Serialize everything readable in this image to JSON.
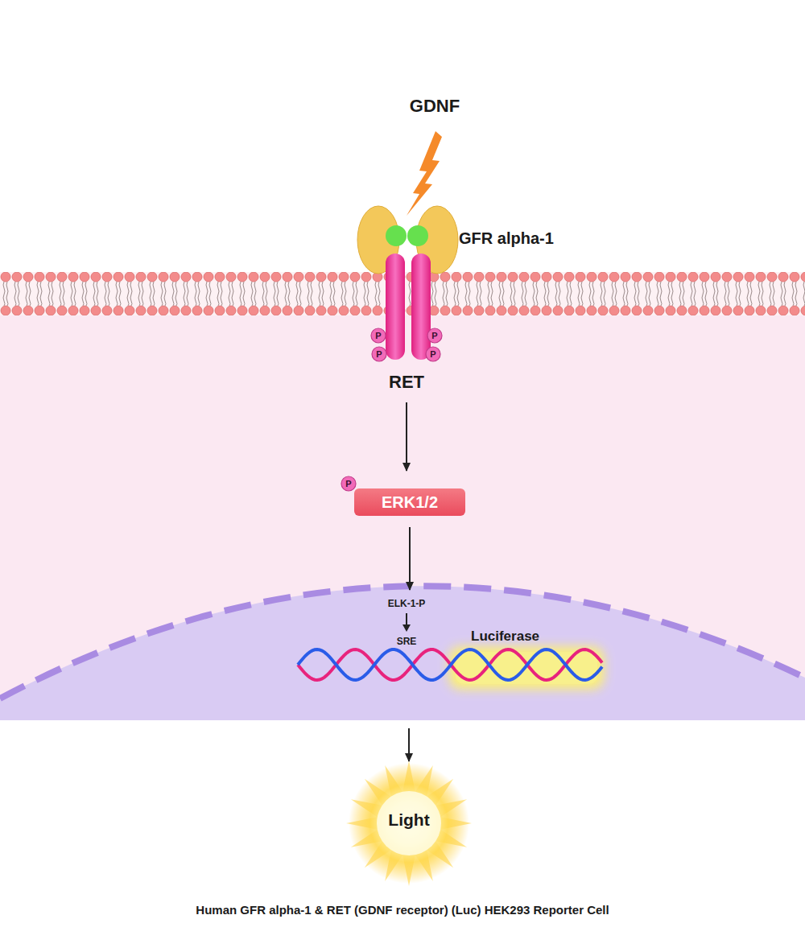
{
  "diagram": {
    "caption": "Human GFR alpha-1 & RET (GDNF receptor) (Luc) HEK293 Reporter Cell",
    "nodes": [
      {
        "text": [
          "GFR alpha-1"
        ]
      },
      {
        "text": [
          "RET"
        ]
      },
      {
        "text": [
          "ERK1/2"
        ]
      },
      {
        "text": [
          "ELK-1-P",
          "SRE"
        ]
      },
      {
        "text": [
          "Luciferase"
        ],
        "in": 3
      },
      {
        "text": [
          "Light"
        ]
      }
    ],
    "edges": [
      {
        "from": 1,
        "to": 2,
        "arrow": "to"
      },
      {
        "from": 2,
        "to": 3,
        "arrow": "to"
      },
      {
        "from": 3,
        "to": 5,
        "arrow": "to"
      }
    ],
    "labels": [
      "GDNF",
      "P",
      "P",
      "P",
      "P",
      "P"
    ]
  }
}
